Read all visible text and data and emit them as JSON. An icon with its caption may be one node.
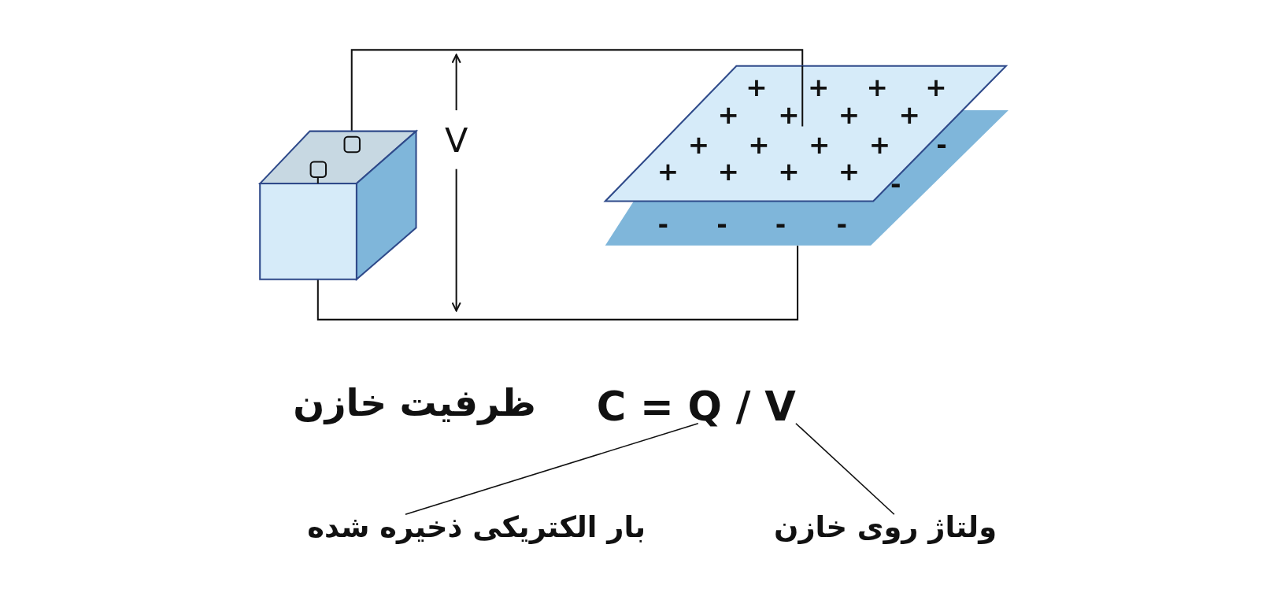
{
  "diagram": {
    "nodes": [
      {
        "text": [
          "بار الکتریکی ذخیره شده"
        ]
      },
      {
        "text": [
          "ولتاژ روی خازن"
        ]
      },
      {
        "text": [
          "C = Q / V"
        ]
      }
    ],
    "edges": [
      {
        "from": 0,
        "to": 2,
        "arrow": "none"
      },
      {
        "from": 1,
        "to": 2,
        "arrow": "none"
      }
    ],
    "labels": [
      "V",
      "+",
      "+",
      "+",
      "+",
      "+",
      "+",
      "+",
      "+",
      "+",
      "+",
      "+",
      "+",
      "+",
      "+",
      "+",
      "+",
      "-",
      "-",
      "-",
      "-",
      "-",
      "-",
      "ظرفیت خازن"
    ]
  }
}
